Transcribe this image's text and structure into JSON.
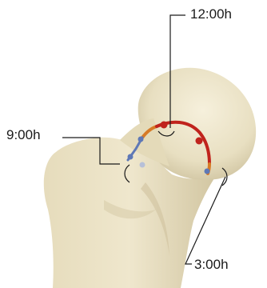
{
  "labels": {
    "twelve": "12:00h",
    "nine": "9:00h",
    "three": "3:00h"
  },
  "colors": {
    "bone": "#ece3c6",
    "bone_shadow": "#c9bd98",
    "arc_red": "#c0231d",
    "arc_orange": "#d77a26",
    "marker_blue": "#5e78b6",
    "marker_light": "#b7c0d8",
    "leader": "#1a1a1a"
  }
}
